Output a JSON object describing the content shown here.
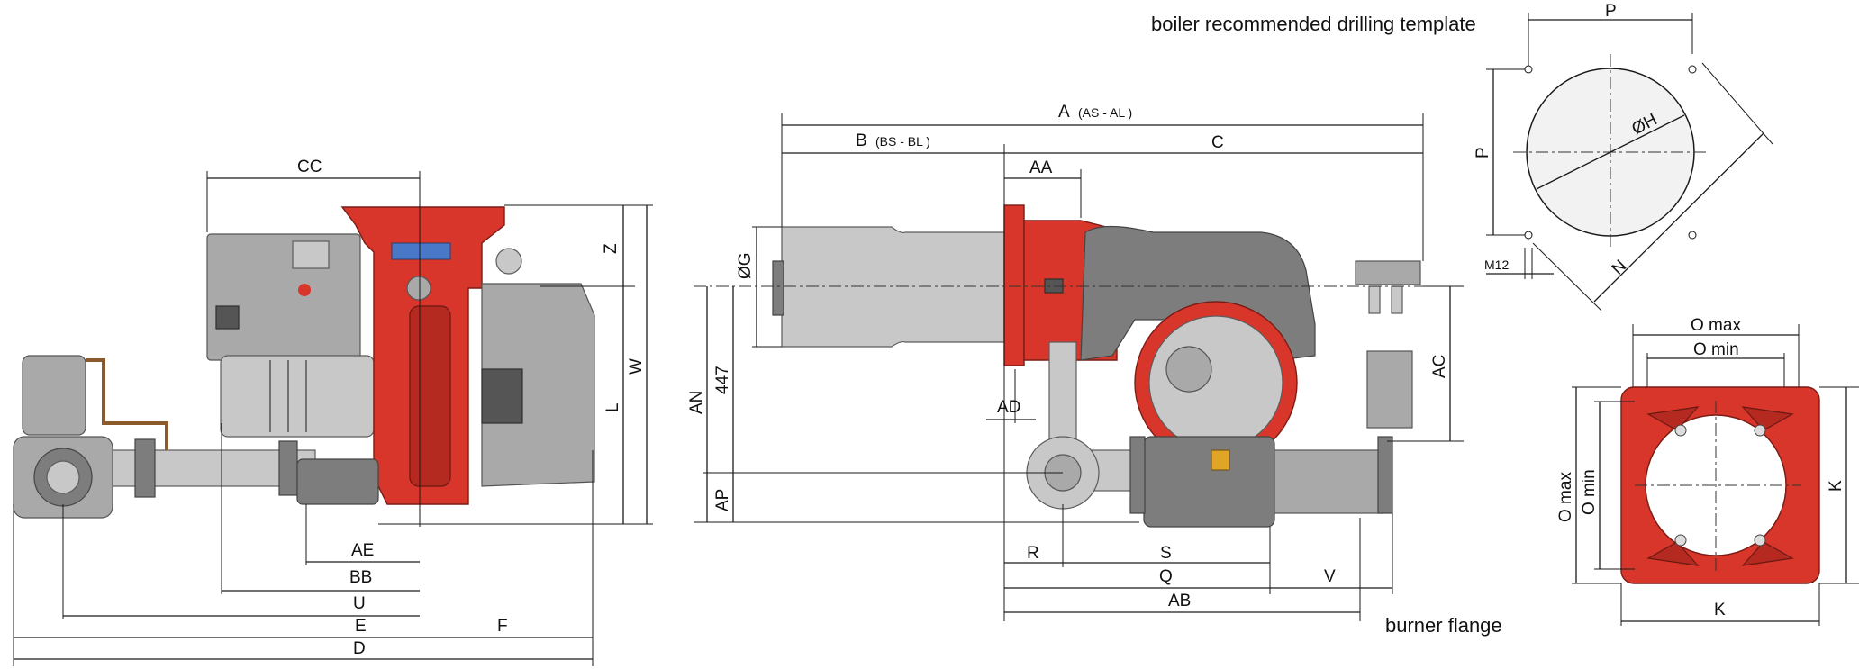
{
  "captions": {
    "drilling_template": "boiler recommended drilling template",
    "burner_flange": "burner flange"
  },
  "side_view": {
    "cc": "CC",
    "z": "Z",
    "w": "W",
    "l": "L",
    "ae": "AE",
    "bb": "BB",
    "u": "U",
    "e": "E",
    "f": "F",
    "d": "D"
  },
  "front_view": {
    "a": "A",
    "a_sub": "(AS - AL )",
    "b": "B",
    "b_sub": "(BS - BL )",
    "c": "C",
    "aa": "AA",
    "g": "ØG",
    "an": "AN",
    "dim_447": "447",
    "ap": "AP",
    "ad": "AD",
    "ac": "AC",
    "r": "R",
    "s": "S",
    "q": "Q",
    "v": "V",
    "ab": "AB"
  },
  "drilling": {
    "p_top": "P",
    "p_side": "P",
    "h": "ØH",
    "n": "N",
    "m12": "M12"
  },
  "flange": {
    "o_max_top": "O max",
    "o_min_top": "O min",
    "o_max_side": "O max",
    "o_min_side": "O min",
    "k_side": "K",
    "k_bottom": "K"
  }
}
